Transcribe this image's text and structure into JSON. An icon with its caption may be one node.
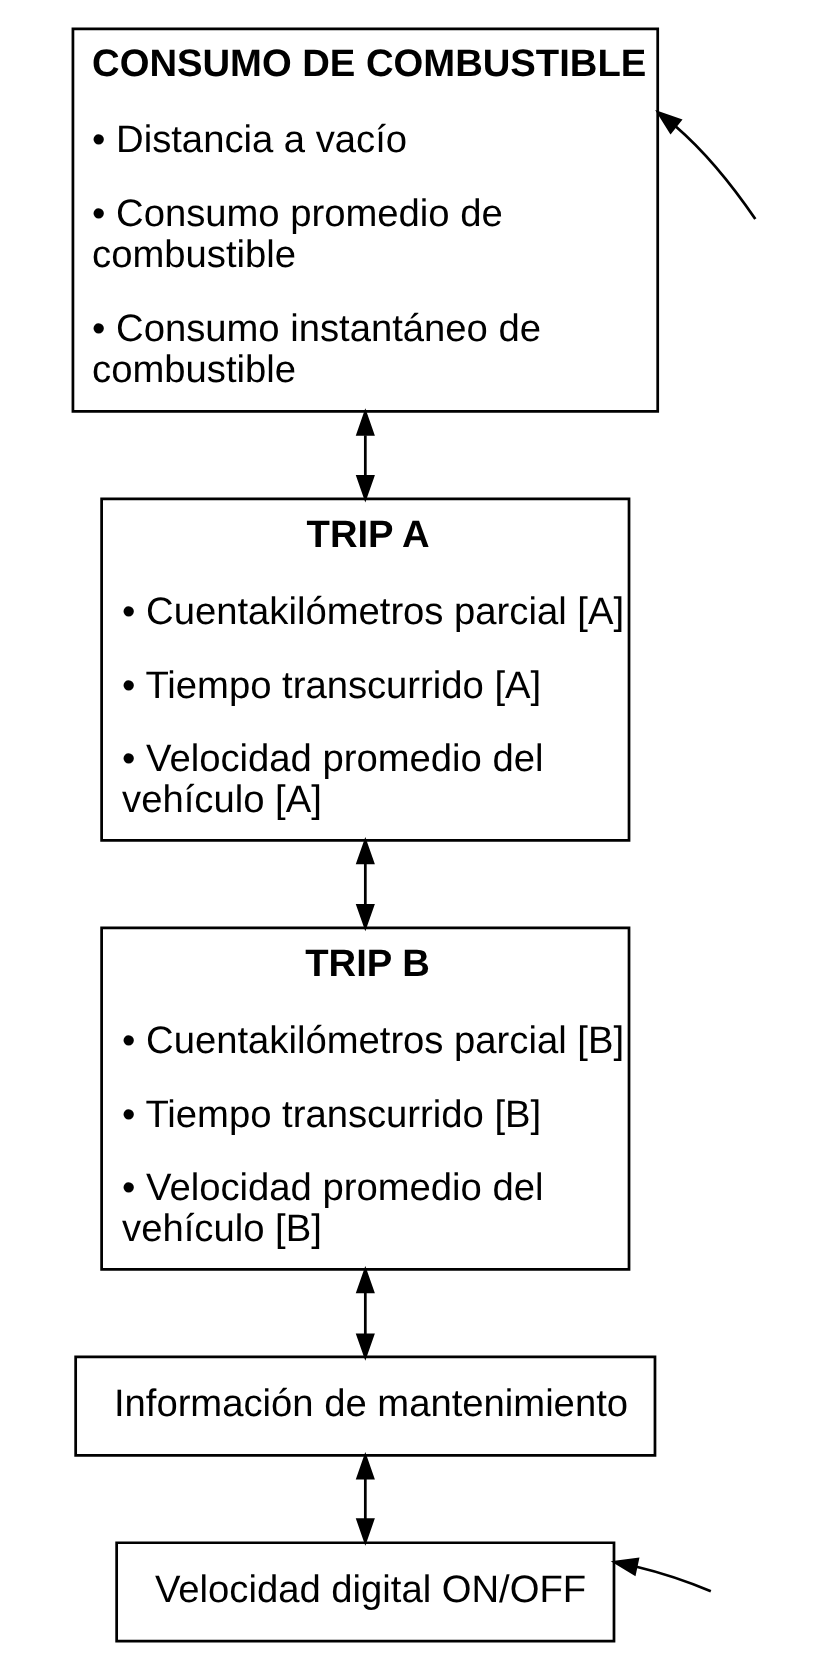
{
  "diagram": {
    "nodes": [
      {
        "text": [
          "CONSUMO DE COMBUSTIBLE",
          "• Distancia a vacío",
          "• Consumo promedio de combustible",
          "• Consumo instantáneo de combustible"
        ]
      },
      {
        "text": [
          "TRIP A",
          "• Cuentakilómetros parcial [A]",
          "• Tiempo transcurrido [A]",
          "• Velocidad promedio del vehículo [A]"
        ]
      },
      {
        "text": [
          "TRIP B",
          "• Cuentakilómetros parcial [B]",
          "• Tiempo transcurrido [B]",
          "• Velocidad promedio del vehículo [B]"
        ]
      },
      {
        "text": [
          "Información de mantenimiento"
        ]
      },
      {
        "text": [
          "Velocidad digital ON/OFF"
        ]
      }
    ],
    "edges": [
      {
        "from": null,
        "to": 0,
        "arrow": "to"
      },
      {
        "from": 0,
        "to": 1,
        "arrow": "both"
      },
      {
        "from": 1,
        "to": 2,
        "arrow": "both"
      },
      {
        "from": 2,
        "to": 3,
        "arrow": "both"
      },
      {
        "from": 3,
        "to": 4,
        "arrow": "both"
      },
      {
        "from": null,
        "to": 4,
        "arrow": "to"
      }
    ]
  }
}
